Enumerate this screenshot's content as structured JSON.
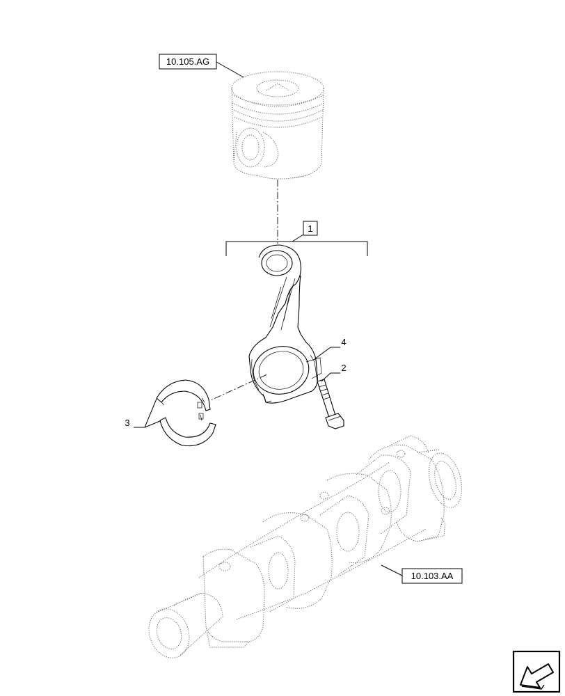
{
  "references": {
    "piston": "10.105.AG",
    "crankshaft": "10.103.AA"
  },
  "callouts": {
    "assembly": "1",
    "bolt": "2",
    "bearing_shells": "3",
    "rod_cap": "4"
  },
  "icons": {
    "navigation": "arrow-bottom-left-icon"
  }
}
